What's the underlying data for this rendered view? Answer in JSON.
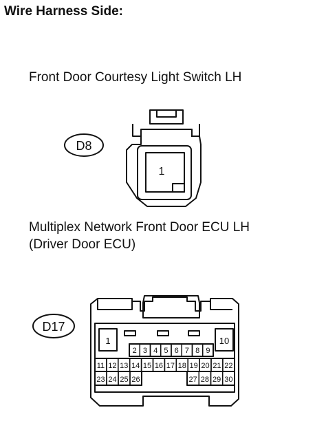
{
  "heading": "Wire Harness Side:",
  "connector_d8": {
    "caption": "Front Door Courtesy Light Switch LH",
    "tag": "D8",
    "pins": [
      "1"
    ]
  },
  "connector_d17": {
    "caption_line1": "Multiplex Network Front Door ECU LH",
    "caption_line2": "(Driver Door ECU)",
    "tag": "D17",
    "pins": {
      "left": "1",
      "right": "10",
      "row1": [
        "2",
        "3",
        "4",
        "5",
        "6",
        "7",
        "8",
        "9"
      ],
      "row2": [
        "11",
        "12",
        "13",
        "14",
        "15",
        "16",
        "17",
        "18",
        "19",
        "20",
        "21",
        "22"
      ],
      "row3_left": [
        "23",
        "24",
        "25",
        "26"
      ],
      "row3_right": [
        "27",
        "28",
        "29",
        "30"
      ]
    }
  }
}
